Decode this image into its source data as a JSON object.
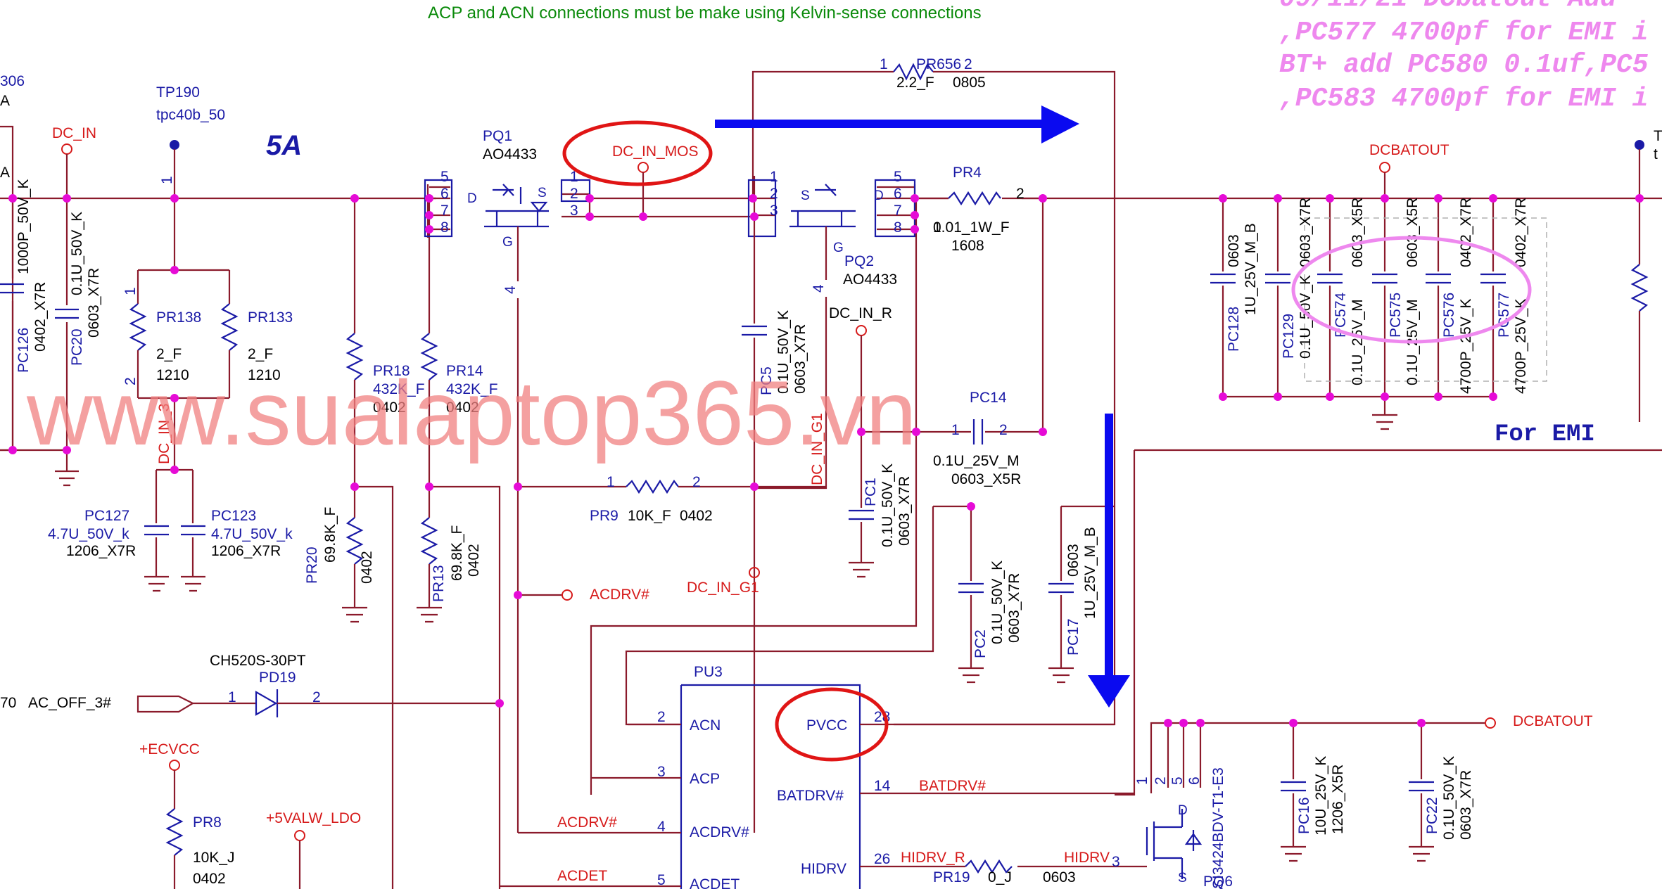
{
  "header_note": "ACP and ACN connections must be make using Kelvin-sense connections",
  "revision_notes": [
    "09/11/21 DCbatout Add",
    ",PC577 4700pf for EMI i",
    "BT+ add PC580 0.1uf,PC5",
    ",PC583 4700pf for EMI i"
  ],
  "watermark": "www.sualaptop365.vn",
  "current_label": "5A",
  "for_emi_label": "For EMI",
  "nets": {
    "dc_in": "DC_IN",
    "dc_in_mos": "DC_IN_MOS",
    "dc_in_r": "DC_IN_R",
    "dc_in_g1": "DC_IN_G1",
    "dc_in_3": "DC_IN_3",
    "dcbatout": "DCBATOUT",
    "acdrv": "ACDRV#",
    "ac_off": "AC_OFF_3#",
    "ecvcc": "+ECVCC",
    "valw": "+5VALW_LDO",
    "batdrv": "BATDRV#",
    "hidrv": "HIDRV",
    "hidrv_r": "HIDRV_R",
    "acdet": "ACDET"
  },
  "left_edge": {
    "partial_ref": "306",
    "partial_a": "A",
    "partial_a2": "A",
    "partial_70": "70",
    "pc126": "PC126",
    "pc126_v": "1000P_50V_K",
    "pc126_p": "0402_X7R"
  },
  "tp190": {
    "ref": "TP190",
    "value": "tpc40b_50"
  },
  "right_tp": {
    "ref": "T",
    "value": "t"
  },
  "pq1": {
    "ref": "PQ1",
    "value": "AO4433"
  },
  "pq2": {
    "ref": "PQ2",
    "value": "AO4433"
  },
  "pr656": {
    "ref": "PR656",
    "value": "2.2_F",
    "pkg": "0805"
  },
  "pr4": {
    "ref": "PR4",
    "value": "0.01_1W_F",
    "pkg": "1608"
  },
  "pr138": {
    "ref": "PR138",
    "value": "2_F",
    "pkg": "1210"
  },
  "pr133": {
    "ref": "PR133",
    "value": "2_F",
    "pkg": "1210"
  },
  "pr18": {
    "ref": "PR18",
    "value": "432K_F",
    "pkg": "0402"
  },
  "pr14": {
    "ref": "PR14",
    "value": "432K_F",
    "pkg": "0402"
  },
  "pr20": {
    "ref": "PR20",
    "value": "69.8K_F",
    "pkg": "0402"
  },
  "pr13": {
    "ref": "PR13",
    "value": "69.8K_F",
    "pkg": "0402"
  },
  "pr9": {
    "ref": "PR9",
    "value": "10K_F",
    "pkg": "0402"
  },
  "pr8": {
    "ref": "PR8",
    "value": "10K_J",
    "pkg": "0402"
  },
  "pr19": {
    "ref": "PR19",
    "value": "0_J",
    "pkg": "0603"
  },
  "pc20": {
    "ref": "PC20",
    "value": "0.1U_50V_K",
    "pkg": "0603_X7R"
  },
  "pc127": {
    "ref": "PC127",
    "value": "4.7U_50V_k",
    "pkg": "1206_X7R"
  },
  "pc123": {
    "ref": "PC123",
    "value": "4.7U_50V_k",
    "pkg": "1206_X7R"
  },
  "pc5": {
    "ref": "PC5",
    "value": "0.1U_50V_K",
    "pkg": "0603_X7R"
  },
  "pc1": {
    "ref": "PC1",
    "value": "0.1U_50V_K",
    "pkg": "0603_X7R"
  },
  "pc14": {
    "ref": "PC14",
    "value": "0.1U_25V_M",
    "pkg": "0603_X5R"
  },
  "pc2": {
    "ref": "PC2",
    "value": "0.1U_50V_K",
    "pkg": "0603_X7R"
  },
  "pc17": {
    "ref": "PC17",
    "value": "1U_25V_M_B",
    "pkg": "0603"
  },
  "pc128": {
    "ref": "PC128",
    "value": "1U_25V_M_B",
    "pkg": "0603"
  },
  "pc129": {
    "ref": "PC129",
    "value": "0.1U_50V_K",
    "pkg": "0603_X7R"
  },
  "pc574": {
    "ref": "PC574",
    "value": "0.1U_25V_M",
    "pkg": "0603_X5R"
  },
  "pc575": {
    "ref": "PC575",
    "value": "0.1U_25V_M",
    "pkg": "0603_X5R"
  },
  "pc576": {
    "ref": "PC576",
    "value": "4700P_25V_K",
    "pkg": "0402_X7R"
  },
  "pc577": {
    "ref": "PC577",
    "value": "4700P_25V_K",
    "pkg": "0402_X7R"
  },
  "pc16": {
    "ref": "PC16",
    "value": "10U_25V_K",
    "pkg": "1206_X5R"
  },
  "pc22": {
    "ref": "PC22",
    "value": "0.1U_50V_K",
    "pkg": "0603_X7R"
  },
  "pd19": {
    "ref": "PD19",
    "value": "CH520S-30PT"
  },
  "pq6": {
    "ref": "PQ6",
    "value": "SI3424BDV-T1-E3"
  },
  "pu3": {
    "ref": "PU3",
    "pins": {
      "acn": "ACN",
      "acp": "ACP",
      "acdrv": "ACDRV#",
      "acdet": "ACDET",
      "pvcc": "PVCC",
      "batdrv": "BATDRV#",
      "hidrv": "HIDRV"
    },
    "pin_numbers": {
      "acn": "2",
      "acp": "3",
      "acdrv": "4",
      "acdet": "5",
      "pvcc": "28",
      "batdrv": "14",
      "hidrv": "26"
    }
  },
  "pins": {
    "p1": "1",
    "p2": "2",
    "p3": "3",
    "p4": "4",
    "p5": "5",
    "p6": "6",
    "p7": "7",
    "p8": "8",
    "d": "D",
    "s": "S",
    "g": "G"
  },
  "colors": {
    "wire": "#8b1a2b",
    "part": "#1a1aa6",
    "junction": "#e60bd6",
    "net_label": "#d61a1a",
    "highlight_ring": "#e01515",
    "arrow": "#0a0af0",
    "note": "#ee88ee",
    "header": "#0a8a0a"
  }
}
